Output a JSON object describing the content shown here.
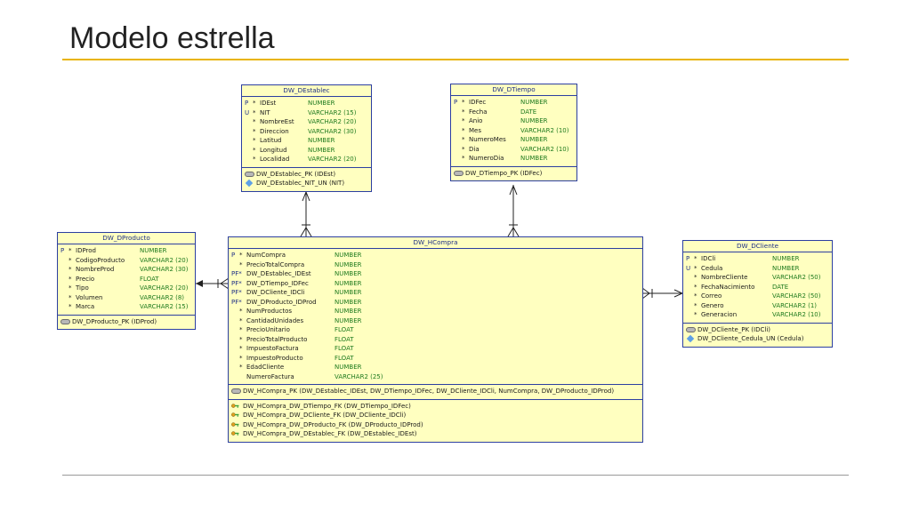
{
  "slide": {
    "title": "Modelo estrella"
  },
  "tables": {
    "establec": {
      "name": "DW_DEstablec",
      "columns": [
        {
          "key": "P",
          "star": "*",
          "name": "IDEst",
          "type": "NUMBER"
        },
        {
          "key": "U",
          "star": "*",
          "name": "NIT",
          "type": "VARCHAR2 (15)"
        },
        {
          "key": "",
          "star": "*",
          "name": "NombreEst",
          "type": "VARCHAR2 (20)"
        },
        {
          "key": "",
          "star": "*",
          "name": "Direccion",
          "type": "VARCHAR2 (30)"
        },
        {
          "key": "",
          "star": "*",
          "name": "Latitud",
          "type": "NUMBER"
        },
        {
          "key": "",
          "star": "*",
          "name": "Longitud",
          "type": "NUMBER"
        },
        {
          "key": "",
          "star": "*",
          "name": "Localidad",
          "type": "VARCHAR2 (20)"
        }
      ],
      "keys": [
        {
          "icon": "pk",
          "text": "DW_DEstablec_PK (IDEst)"
        },
        {
          "icon": "uk",
          "text": "DW_DEstablec_NIT_UN (NIT)"
        }
      ]
    },
    "tiempo": {
      "name": "DW_DTiempo",
      "columns": [
        {
          "key": "P",
          "star": "*",
          "name": "IDFec",
          "type": "NUMBER"
        },
        {
          "key": "",
          "star": "*",
          "name": "Fecha",
          "type": "DATE"
        },
        {
          "key": "",
          "star": "*",
          "name": "Anio",
          "type": "NUMBER"
        },
        {
          "key": "",
          "star": "*",
          "name": "Mes",
          "type": "VARCHAR2 (10)"
        },
        {
          "key": "",
          "star": "*",
          "name": "NumeroMes",
          "type": "NUMBER"
        },
        {
          "key": "",
          "star": "*",
          "name": "Dia",
          "type": "VARCHAR2 (10)"
        },
        {
          "key": "",
          "star": "*",
          "name": "NumeroDia",
          "type": "NUMBER"
        }
      ],
      "keys": [
        {
          "icon": "pk",
          "text": "DW_DTiempo_PK (IDFec)"
        }
      ]
    },
    "producto": {
      "name": "DW_DProducto",
      "columns": [
        {
          "key": "P",
          "star": "*",
          "name": "IDProd",
          "type": "NUMBER"
        },
        {
          "key": "",
          "star": "*",
          "name": "CodigoProducto",
          "type": "VARCHAR2 (20)"
        },
        {
          "key": "",
          "star": "*",
          "name": "NombreProd",
          "type": "VARCHAR2 (30)"
        },
        {
          "key": "",
          "star": "*",
          "name": "Precio",
          "type": "FLOAT"
        },
        {
          "key": "",
          "star": "*",
          "name": "Tipo",
          "type": "VARCHAR2 (20)"
        },
        {
          "key": "",
          "star": "*",
          "name": "Volumen",
          "type": "VARCHAR2 (8)"
        },
        {
          "key": "",
          "star": "*",
          "name": "Marca",
          "type": "VARCHAR2 (15)"
        }
      ],
      "keys": [
        {
          "icon": "pk",
          "text": "DW_DProducto_PK (IDProd)"
        }
      ]
    },
    "compra": {
      "name": "DW_HCompra",
      "columns": [
        {
          "key": "P",
          "star": "*",
          "name": "NumCompra",
          "type": "NUMBER"
        },
        {
          "key": "",
          "star": "*",
          "name": "PrecioTotalCompra",
          "type": "NUMBER"
        },
        {
          "key": "PF*",
          "star": "",
          "name": "DW_DEstablec_IDEst",
          "type": "NUMBER"
        },
        {
          "key": "PF*",
          "star": "",
          "name": "DW_DTiempo_IDFec",
          "type": "NUMBER"
        },
        {
          "key": "PF*",
          "star": "",
          "name": "DW_DCliente_IDCli",
          "type": "NUMBER"
        },
        {
          "key": "PF*",
          "star": "",
          "name": "DW_DProducto_IDProd",
          "type": "NUMBER"
        },
        {
          "key": "",
          "star": "*",
          "name": "NumProductos",
          "type": "NUMBER"
        },
        {
          "key": "",
          "star": "*",
          "name": "CantidadUnidades",
          "type": "NUMBER"
        },
        {
          "key": "",
          "star": "*",
          "name": "PrecioUnitario",
          "type": "FLOAT"
        },
        {
          "key": "",
          "star": "*",
          "name": "PrecioTotalProducto",
          "type": "FLOAT"
        },
        {
          "key": "",
          "star": "*",
          "name": "ImpuestoFactura",
          "type": "FLOAT"
        },
        {
          "key": "",
          "star": "*",
          "name": "ImpuestoProducto",
          "type": "FLOAT"
        },
        {
          "key": "",
          "star": "*",
          "name": "EdadCliente",
          "type": "NUMBER"
        },
        {
          "key": "",
          "star": "",
          "name": "NumeroFactura",
          "type": "VARCHAR2 (25)"
        }
      ],
      "pk_keys": [
        {
          "icon": "pk",
          "text": "DW_HCompra_PK (DW_DEstablec_IDEst, DW_DTiempo_IDFec, DW_DCliente_IDCli, NumCompra, DW_DProducto_IDProd)"
        }
      ],
      "fk_keys": [
        {
          "icon": "fk",
          "text": "DW_HCompra_DW_DTiempo_FK (DW_DTiempo_IDFec)"
        },
        {
          "icon": "fk",
          "text": "DW_HCompra_DW_DCliente_FK (DW_DCliente_IDCli)"
        },
        {
          "icon": "fk",
          "text": "DW_HCompra_DW_DProducto_FK (DW_DProducto_IDProd)"
        },
        {
          "icon": "fk",
          "text": "DW_HCompra_DW_DEstablec_FK (DW_DEstablec_IDEst)"
        }
      ]
    },
    "cliente": {
      "name": "DW_DCliente",
      "columns": [
        {
          "key": "P",
          "star": "*",
          "name": "IDCli",
          "type": "NUMBER"
        },
        {
          "key": "U",
          "star": "*",
          "name": "Cedula",
          "type": "NUMBER"
        },
        {
          "key": "",
          "star": "*",
          "name": "NombreCliente",
          "type": "VARCHAR2 (50)"
        },
        {
          "key": "",
          "star": "*",
          "name": "FechaNacimiento",
          "type": "DATE"
        },
        {
          "key": "",
          "star": "*",
          "name": "Correo",
          "type": "VARCHAR2 (50)"
        },
        {
          "key": "",
          "star": "*",
          "name": "Genero",
          "type": "VARCHAR2 (1)"
        },
        {
          "key": "",
          "star": "*",
          "name": "Generacion",
          "type": "VARCHAR2 (10)"
        }
      ],
      "keys": [
        {
          "icon": "pk",
          "text": "DW_DCliente_PK (IDCli)"
        },
        {
          "icon": "uk",
          "text": "DW_DCliente_Cedula_UN (Cedula)"
        }
      ]
    }
  },
  "colors": {
    "accent_rule": "#e8b400",
    "table_fill": "#ffffc0",
    "table_border": "#2c3fa0",
    "type_text": "#1e7a1e"
  }
}
